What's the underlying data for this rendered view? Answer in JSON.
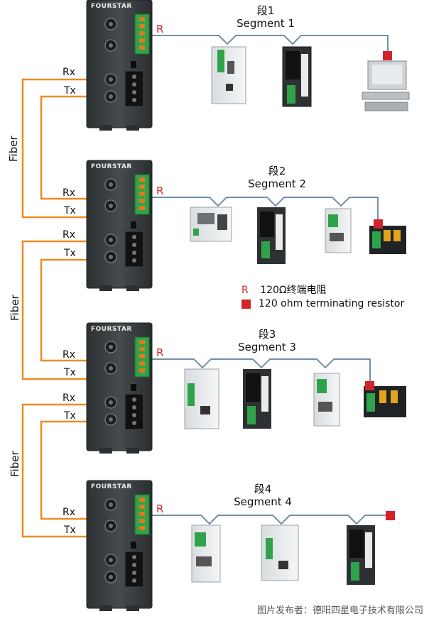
{
  "segments": [
    {
      "title_cn": "段1",
      "title_en": "Segment 1"
    },
    {
      "title_cn": "段2",
      "title_en": "Segment 2"
    },
    {
      "title_cn": "段3",
      "title_en": "Segment 3"
    },
    {
      "title_cn": "段4",
      "title_en": "Segment 4"
    }
  ],
  "labels": {
    "rx": "Rx",
    "tx": "Tx",
    "fiber": "Fiber",
    "r": "R",
    "brand": "FOURSTAR"
  },
  "legend": {
    "r_symbol": "R",
    "r_text": "120Ω终端电阻",
    "square_text": "120 ohm terminating resistor"
  },
  "credit": "图片发布者：德阳四星电子技术有限公司",
  "colors": {
    "fiber": "#f08a24",
    "bus": "#6f8fae",
    "resistor": "#d2232a",
    "adapter_body": "#3a3f42",
    "terminal_green": "#2fa34a"
  }
}
